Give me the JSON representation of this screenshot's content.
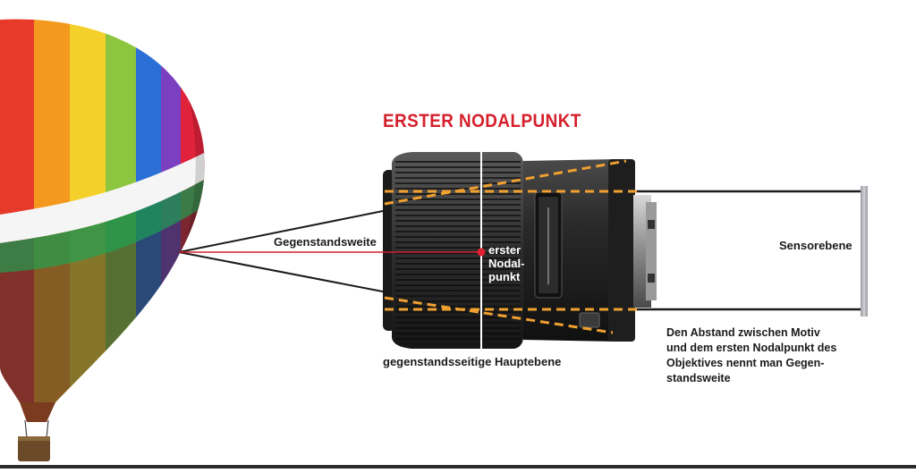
{
  "title": "ERSTER NODALPUNKT",
  "labels": {
    "object_distance": "Gegenstandsweite",
    "nodal_point_lines": [
      "erster",
      "Nodal-",
      "punkt"
    ],
    "sensor_plane": "Sensorebene",
    "principal_plane": "gegenstandsseitige Hauptebene"
  },
  "note_lines": [
    "Den Abstand zwischen Motiv",
    "und dem ersten Nodalpunkt des",
    "Objektives nennt man Gegen-",
    "standsweite"
  ],
  "colors": {
    "title": "#d5202c",
    "axis_line": "#d5202c",
    "dashed_rays": "#f0a030",
    "lens_body": "#222222",
    "sensor_plate": "#b8b8bc"
  }
}
